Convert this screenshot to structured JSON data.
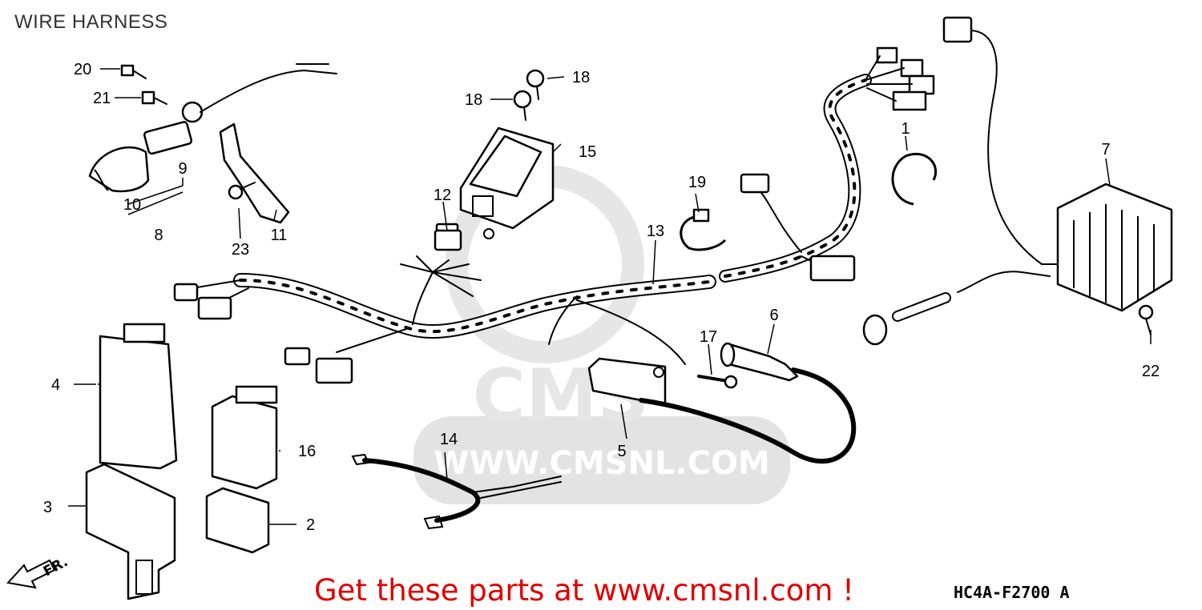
{
  "header": {
    "title": "WIRE HARNESS"
  },
  "footer": {
    "promo": "Get these parts at www.cmsnl.com !",
    "diagram_code": "HC4A-F2700 A"
  },
  "watermark": {
    "site": "WWW.CMSNL.COM",
    "logo": "CMS"
  },
  "direction": {
    "label": "FR."
  },
  "callouts": [
    "1",
    "2",
    "3",
    "4",
    "5",
    "6",
    "7",
    "8",
    "9",
    "10",
    "11",
    "12",
    "13",
    "14",
    "15",
    "16",
    "17",
    "18",
    "18",
    "19",
    "20",
    "21",
    "22",
    "23"
  ],
  "colors": {
    "promo": "#e00000",
    "watermark": "#dddddd",
    "line": "#000000"
  }
}
